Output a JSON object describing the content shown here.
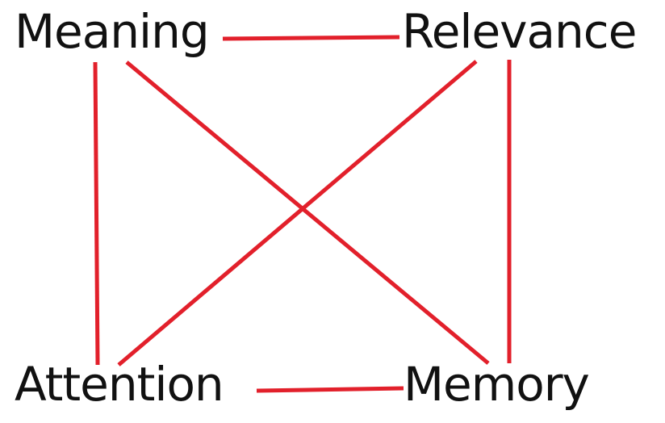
{
  "nodes": {
    "meaning": "Meaning",
    "relevance": "Relevance",
    "attention": "Attention",
    "memory": "Memory"
  },
  "edges": [
    {
      "from": "meaning",
      "to": "relevance"
    },
    {
      "from": "meaning",
      "to": "attention"
    },
    {
      "from": "meaning",
      "to": "memory"
    },
    {
      "from": "relevance",
      "to": "attention"
    },
    {
      "from": "relevance",
      "to": "memory"
    },
    {
      "from": "attention",
      "to": "memory"
    }
  ],
  "colors": {
    "edge": "#e2202b",
    "text": "#111111",
    "background": "#ffffff"
  }
}
